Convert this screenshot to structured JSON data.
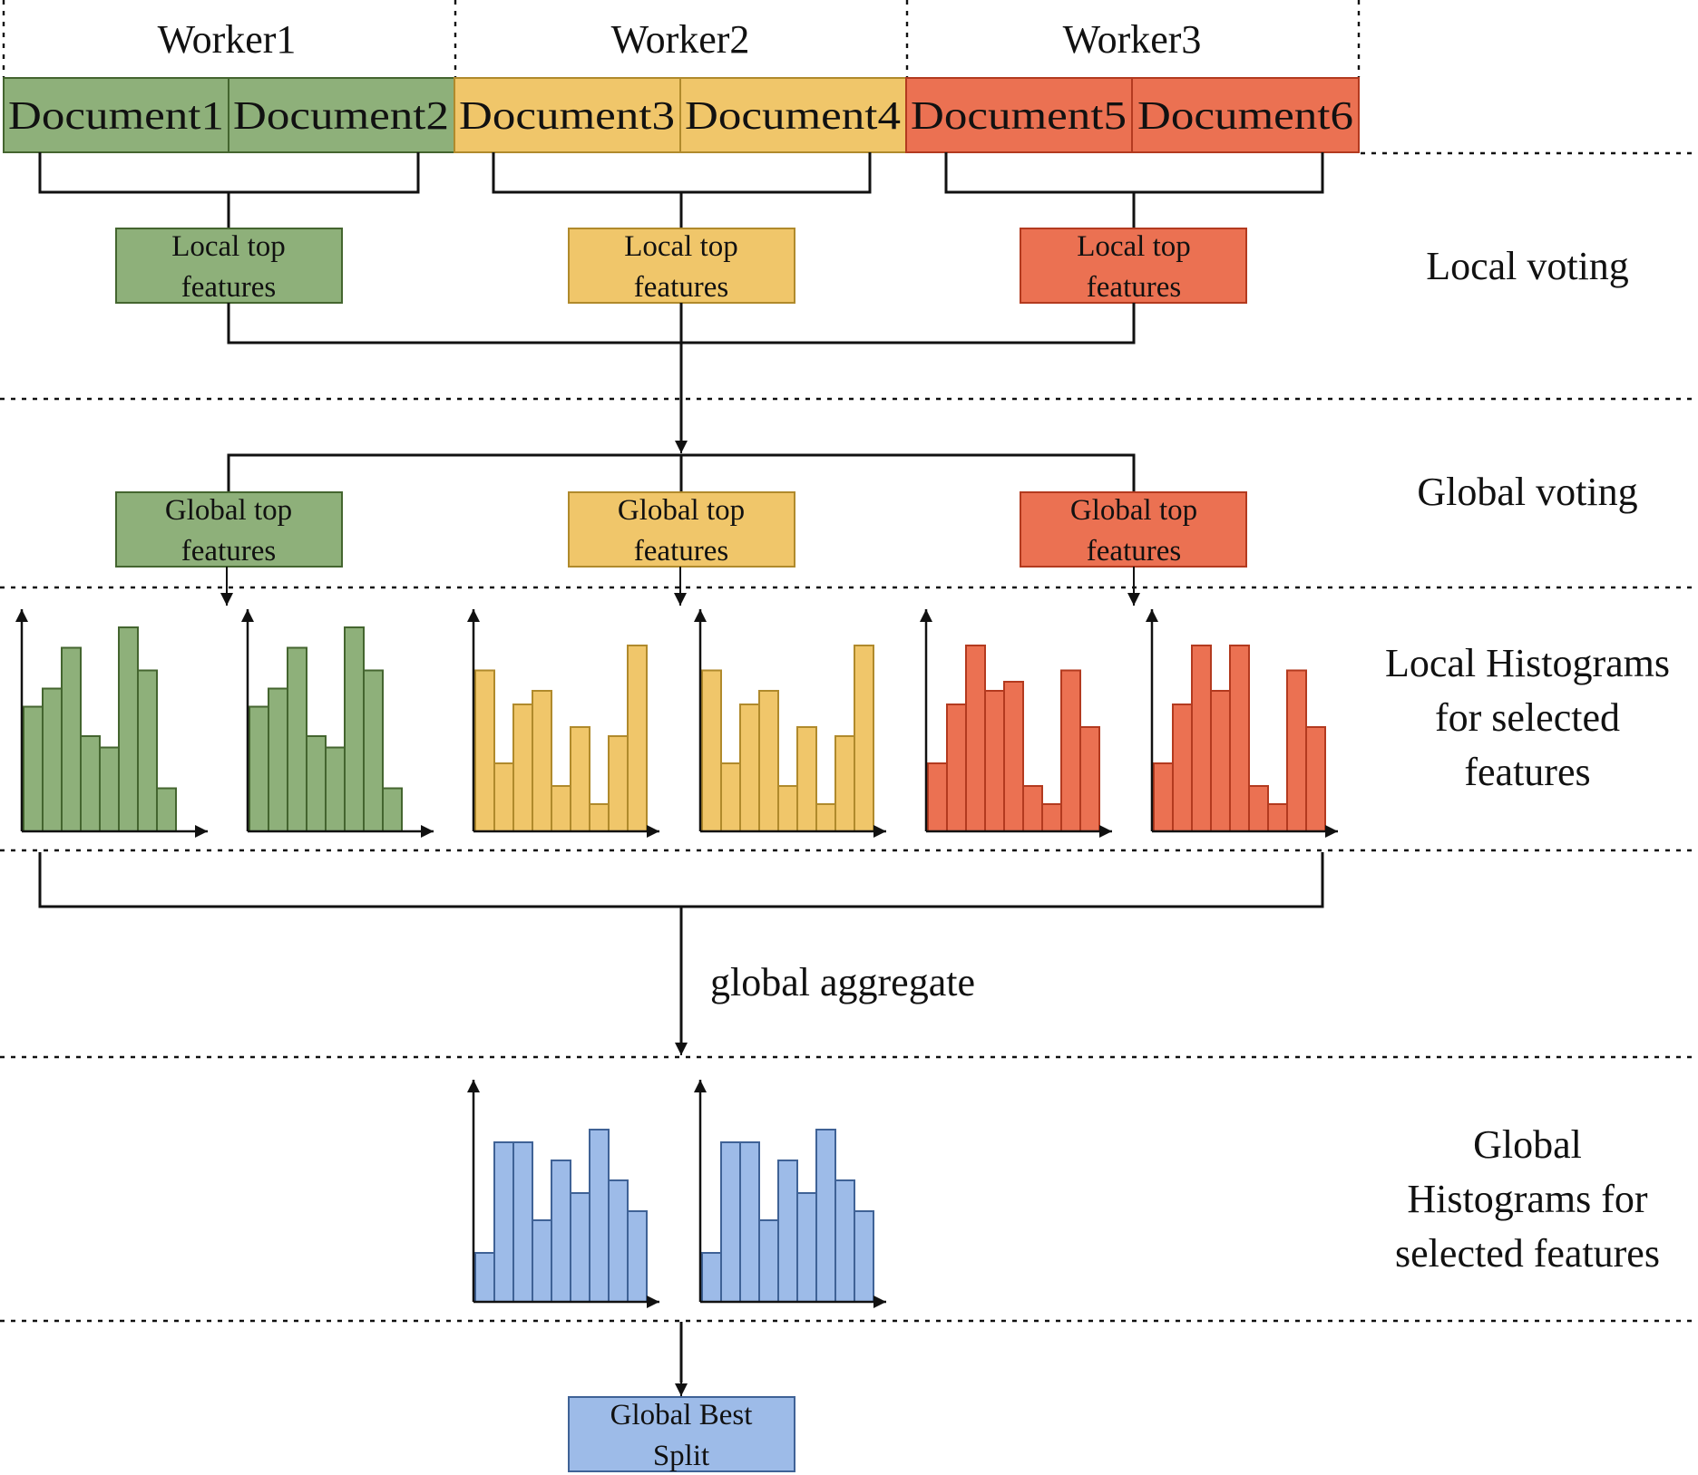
{
  "workers": [
    {
      "label": "Worker1",
      "docs": [
        "Document1",
        "Document2"
      ],
      "local_box": "Local top|features",
      "global_box": "Global top|features"
    },
    {
      "label": "Worker2",
      "docs": [
        "Document3",
        "Document4"
      ],
      "local_box": "Local top|features",
      "global_box": "Global top|features"
    },
    {
      "label": "Worker3",
      "docs": [
        "Document5",
        "Document6"
      ],
      "local_box": "Local top|features",
      "global_box": "Global top|features"
    }
  ],
  "stages": {
    "local_voting": [
      "Local voting"
    ],
    "global_voting": [
      "Global voting"
    ],
    "local_histograms": [
      "Local Histograms",
      "for selected",
      "features"
    ],
    "global_histograms": [
      "Global",
      "Histograms for",
      "selected features"
    ]
  },
  "aggregate_label": "global aggregate",
  "final_box": "Global Best|Split",
  "colors": {
    "green_fill": "#8EB07A",
    "green_stroke": "#44652F",
    "yellow_fill": "#F0C66A",
    "yellow_stroke": "#B08A2C",
    "red_fill": "#EB7152",
    "red_stroke": "#B33A1F",
    "blue_fill": "#9DBBE8",
    "blue_stroke": "#3F6296",
    "line": "#111111"
  },
  "histograms": {
    "local": [
      {
        "color": "green",
        "bars": [
          0.55,
          0.63,
          0.81,
          0.42,
          0.37,
          0.9,
          0.71,
          0.19
        ]
      },
      {
        "color": "green",
        "bars": [
          0.55,
          0.63,
          0.81,
          0.42,
          0.37,
          0.9,
          0.71,
          0.19
        ]
      },
      {
        "color": "yellow",
        "bars": [
          0.71,
          0.3,
          0.56,
          0.62,
          0.2,
          0.46,
          0.12,
          0.42,
          0.82
        ]
      },
      {
        "color": "yellow",
        "bars": [
          0.71,
          0.3,
          0.56,
          0.62,
          0.2,
          0.46,
          0.12,
          0.42,
          0.82
        ]
      },
      {
        "color": "red",
        "bars": [
          0.3,
          0.56,
          0.82,
          0.62,
          0.66,
          0.2,
          0.12,
          0.71,
          0.46
        ]
      },
      {
        "color": "red",
        "bars": [
          0.3,
          0.56,
          0.82,
          0.62,
          0.82,
          0.2,
          0.12,
          0.71,
          0.46
        ]
      }
    ],
    "global": [
      {
        "color": "blue",
        "bars": [
          0.27,
          0.88,
          0.88,
          0.45,
          0.78,
          0.6,
          0.95,
          0.67,
          0.5
        ]
      },
      {
        "color": "blue",
        "bars": [
          0.27,
          0.88,
          0.88,
          0.45,
          0.78,
          0.6,
          0.95,
          0.67,
          0.5
        ]
      }
    ]
  }
}
